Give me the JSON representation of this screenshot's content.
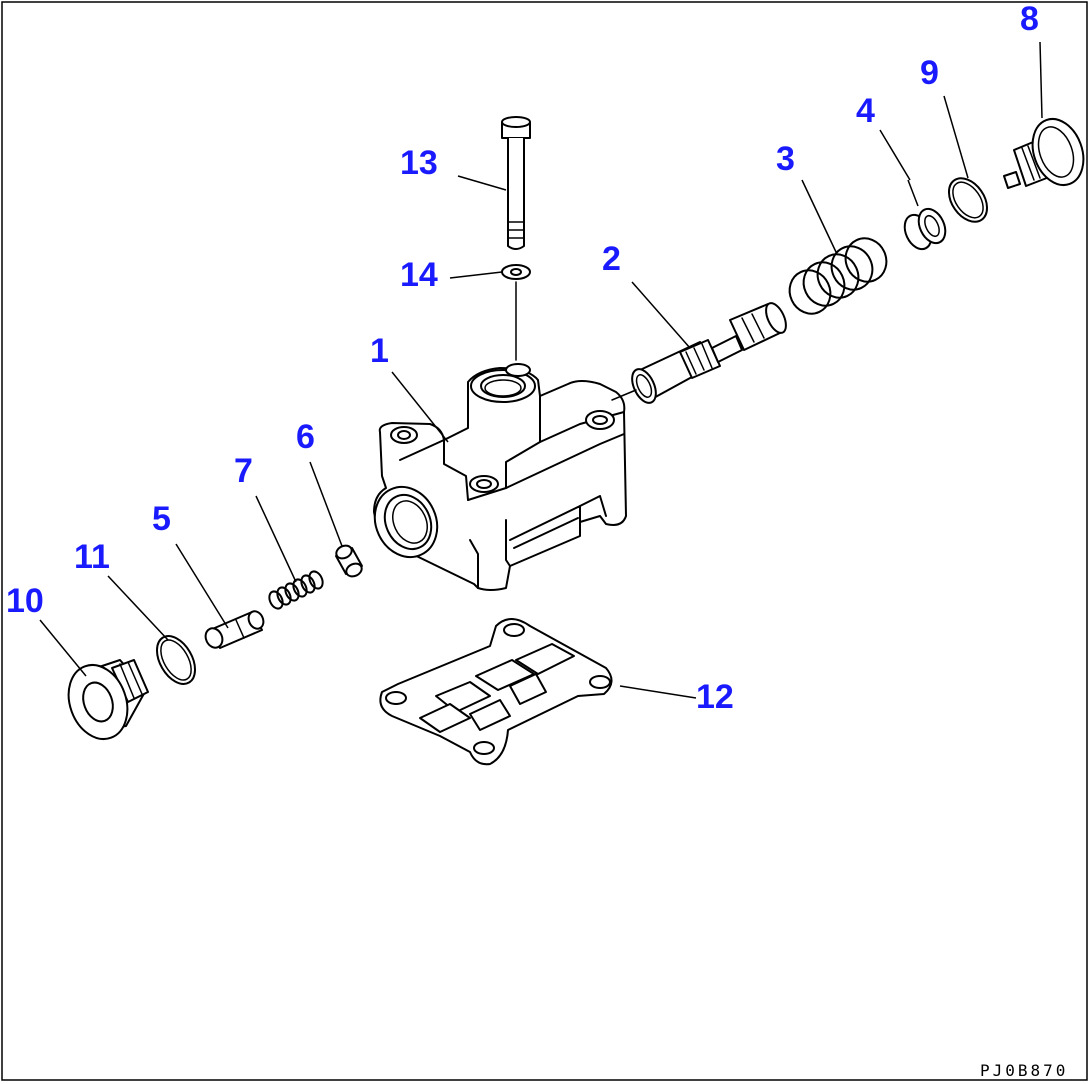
{
  "drawing_code": "PJ0B870",
  "callouts": {
    "p1": "1",
    "p2": "2",
    "p3": "3",
    "p4": "4",
    "p5": "5",
    "p6": "6",
    "p7": "7",
    "p8": "8",
    "p9": "9",
    "p10": "10",
    "p11": "11",
    "p12": "12",
    "p13": "13",
    "p14": "14"
  },
  "colors": {
    "callout_text": "#1a1aff",
    "line_art": "#000000",
    "background": "#ffffff"
  }
}
